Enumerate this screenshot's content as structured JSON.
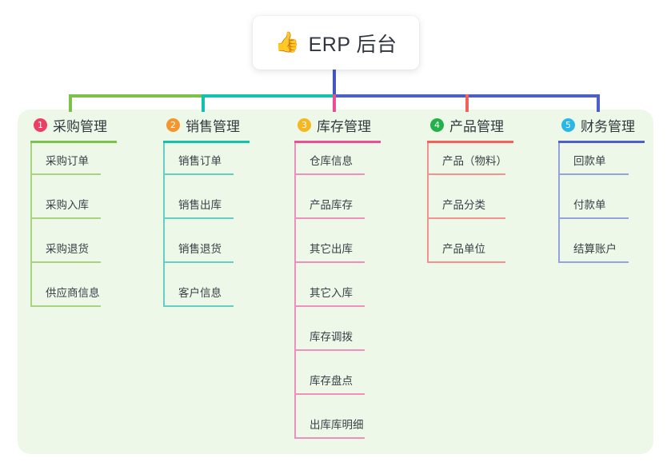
{
  "root": {
    "icon": "thumbs-up-icon",
    "emoji": "👍",
    "title": "ERP 后台"
  },
  "colors": {
    "panel_background": "#eef8e8",
    "page_background": "#ffffff",
    "root_stem": "#4257c4",
    "bar_green": "#7cc24a",
    "bar_teal": "#13c2ac",
    "bar_indigo": "#4d5fc9"
  },
  "columns": [
    {
      "number": "1",
      "title": "采购管理",
      "badge_color": "#ec3f66",
      "line_color": "#7cc24a",
      "item_line_color": "#a8d47f",
      "head_rule_width": 108,
      "item_rule_width": 88,
      "items": [
        {
          "label": "采购订单"
        },
        {
          "label": "采购入库"
        },
        {
          "label": "采购退货"
        },
        {
          "label": "供应商信息"
        }
      ]
    },
    {
      "number": "2",
      "title": "销售管理",
      "badge_color": "#f5952c",
      "line_color": "#13c2ac",
      "item_line_color": "#63cfc4",
      "head_rule_width": 108,
      "item_rule_width": 88,
      "items": [
        {
          "label": "销售订单"
        },
        {
          "label": "销售出库"
        },
        {
          "label": "销售退货"
        },
        {
          "label": "客户信息"
        }
      ]
    },
    {
      "number": "3",
      "title": "库存管理",
      "badge_color": "#f5b820",
      "line_color": "#ea4f96",
      "item_line_color": "#ef8fbe",
      "head_rule_width": 108,
      "item_rule_width": 88,
      "items": [
        {
          "label": "仓库信息"
        },
        {
          "label": "产品库存"
        },
        {
          "label": "其它出库"
        },
        {
          "label": "其它入库"
        },
        {
          "label": "库存调拨"
        },
        {
          "label": "库存盘点"
        },
        {
          "label": "出库库明细"
        }
      ]
    },
    {
      "number": "4",
      "title": "产品管理",
      "badge_color": "#24b14c",
      "line_color": "#f4605c",
      "item_line_color": "#f7918d",
      "head_rule_width": 108,
      "item_rule_width": 98,
      "items": [
        {
          "label": "产品（物料）"
        },
        {
          "label": "产品分类"
        },
        {
          "label": "产品单位"
        }
      ]
    },
    {
      "number": "5",
      "title": "财务管理",
      "badge_color": "#29b6e8",
      "line_color": "#4d5fc9",
      "item_line_color": "#93a3de",
      "head_rule_width": 108,
      "item_rule_width": 88,
      "items": [
        {
          "label": "回款单"
        },
        {
          "label": "付款单"
        },
        {
          "label": "结算账户"
        }
      ]
    }
  ]
}
